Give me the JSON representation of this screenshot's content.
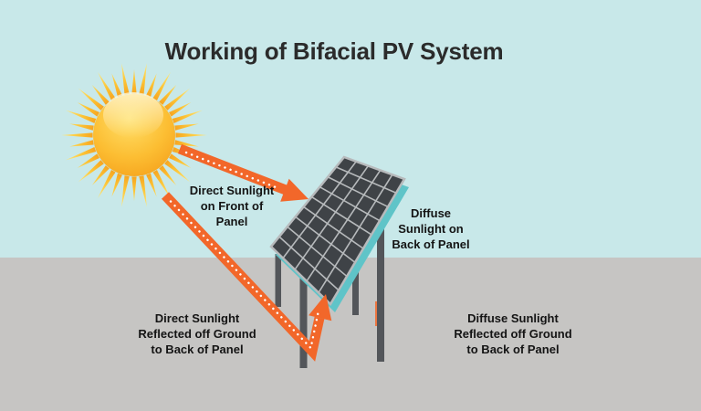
{
  "title": "Working of Bifacial PV System",
  "diagram": {
    "labels": [
      {
        "id": "direct-front",
        "text": "Direct Sunlight\non Front of\nPanel"
      },
      {
        "id": "diffuse-back",
        "text": "Diffuse\nSunlight on\nBack of Panel"
      },
      {
        "id": "direct-reflected",
        "text": "Direct Sunlight\nReflected off Ground\nto Back of Panel"
      },
      {
        "id": "diffuse-reflected",
        "text": "Diffuse Sunlight\nReflected off Ground\nto Back of Panel"
      }
    ]
  },
  "icons": {
    "sun": "sun-icon",
    "panel": "bifacial-solar-panel",
    "direct_arrow": "direct-sunlight-arrow",
    "reflected_arrow": "reflected-sunlight-arrow"
  },
  "colors": {
    "sky": "#c8e8e9",
    "ground": "#c6c5c3",
    "title-text": "#2b2b2b",
    "label-text": "#141414",
    "arrow": "#f2672a",
    "arrow-dots": "#ffffff",
    "panel-cell": "#3f4347",
    "panel-grid": "#b7babc",
    "panel-edge-teal": "#5fc4c8",
    "leg": "#53565a",
    "sun-core": "#fcbe33",
    "sun-ray": "#ffd84e"
  }
}
